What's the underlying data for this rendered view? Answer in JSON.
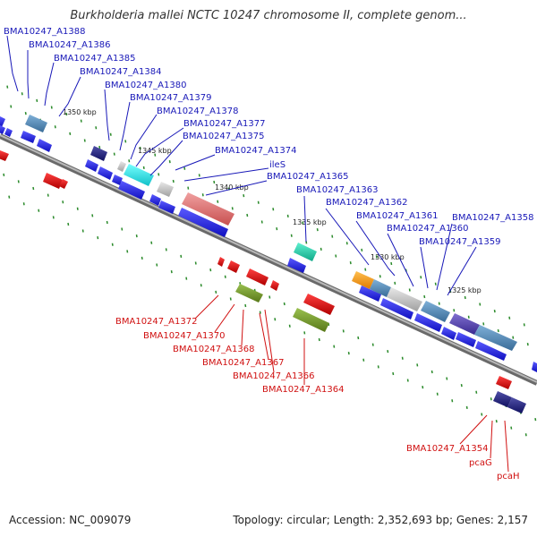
{
  "title": "Burkholderia mallei NCTC 10247 chromosome II, complete genom...",
  "footer": {
    "accession": "Accession: NC_009079",
    "summary": "Topology: circular; Length: 2,352,693 bp; Genes: 2,157"
  },
  "colors": {
    "forward_label": "#1818b8",
    "reverse_label": "#d01010",
    "backbone": "#8a8a8a",
    "cds_forward": "#1c1cf0",
    "cds_reverse": "#e01818",
    "tick": "#2a8a2a"
  },
  "kbp_marks": [
    "1350 kbp",
    "1345 kbp",
    "1340 kbp",
    "1335 kbp",
    "1330 kbp",
    "1325 kbp"
  ],
  "forward_labels": [
    "BMA10247_A1388",
    "BMA10247_A1386",
    "BMA10247_A1385",
    "BMA10247_A1384",
    "BMA10247_A1380",
    "BMA10247_A1379",
    "BMA10247_A1378",
    "BMA10247_A1377",
    "BMA10247_A1375",
    "BMA10247_A1374",
    "ileS",
    "BMA10247_A1365",
    "BMA10247_A1363",
    "BMA10247_A1362",
    "BMA10247_A1361",
    "BMA10247_A1358",
    "BMA10247_A1360",
    "BMA10247_A1359"
  ],
  "reverse_labels": [
    "BMA10247_A1372",
    "BMA10247_A1370",
    "BMA10247_A1368",
    "BMA10247_A1367",
    "BMA10247_A1366",
    "BMA10247_A1364",
    "BMA10247_A1354",
    "pcaG",
    "pcaH"
  ]
}
